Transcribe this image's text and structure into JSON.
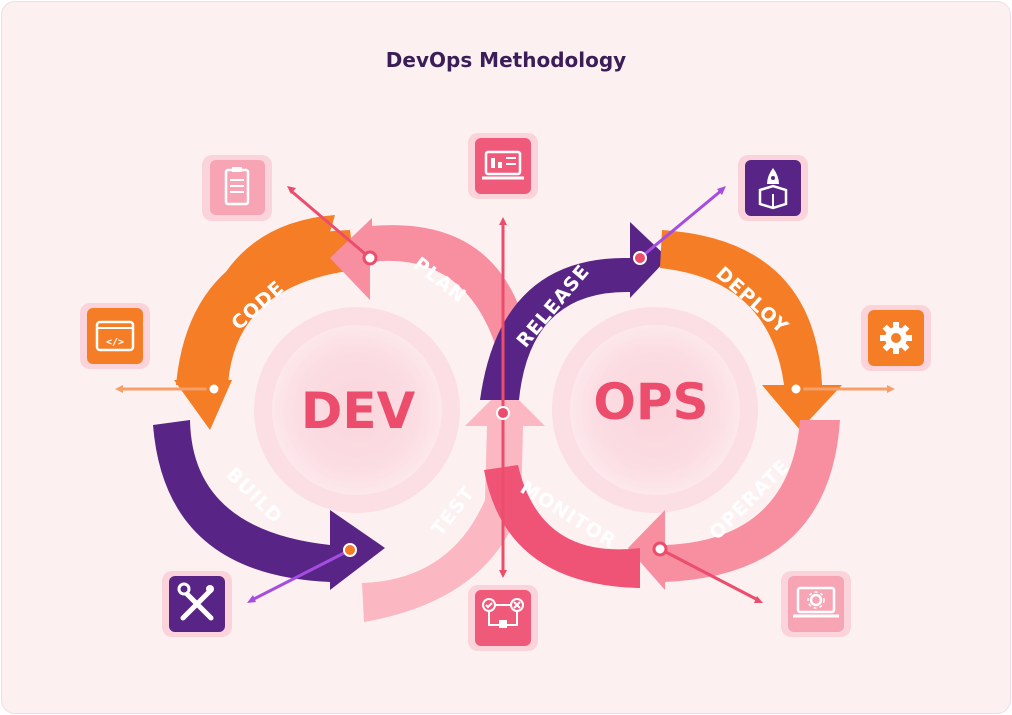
{
  "title": "DevOps Methodology",
  "center_labels": {
    "left": "DEV",
    "right": "OPS"
  },
  "stages": {
    "plan": "PLAN",
    "code": "CODE",
    "build": "BUILD",
    "test": "TEST",
    "release": "RELEASE",
    "deploy": "DEPLOY",
    "operate": "OPERATE",
    "monitor": "MONITOR"
  },
  "icons": {
    "plan": "clipboard-icon",
    "code": "code-window-icon",
    "build": "wrench-screwdriver-icon",
    "test": "test-flow-icon",
    "release": "rocket-box-icon",
    "deploy": "gear-icon",
    "operate": "laptop-gear-icon",
    "monitor": "monitor-chart-icon"
  },
  "colors": {
    "background": "#fdf0f1",
    "title": "#3b1d58",
    "orange": "#f57d26",
    "pink": "#f88fa0",
    "light_pink": "#fbb7c2",
    "purple": "#582485",
    "coral": "#ef5476",
    "center_text": "#ec4d6c",
    "icon_tile_light": "#f7a4b4",
    "icon_tile_dark": "#f05a7a",
    "icon_tile_purple": "#582485",
    "icon_tile_orange": "#f57d26"
  }
}
